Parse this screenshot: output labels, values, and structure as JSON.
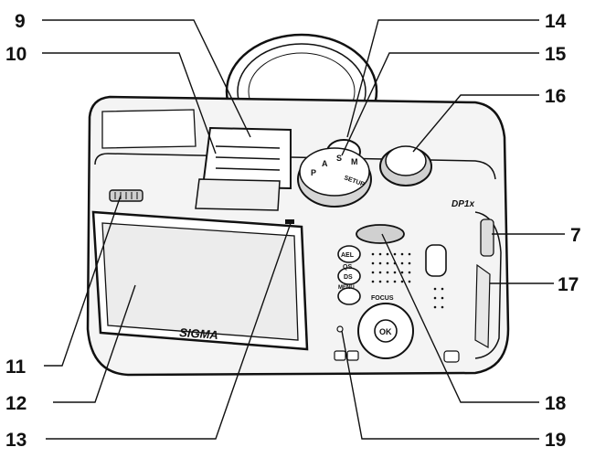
{
  "figure": {
    "body_labels": {
      "brand": "SIGMA",
      "model": "DP1x",
      "ael": "AEL",
      "qs": "QS",
      "ds": "DS",
      "menu": "MENU",
      "focus": "FOCUS",
      "ok": "OK",
      "setup": "SETUP",
      "dial_s": "S",
      "dial_m": "M",
      "dial_p": "P",
      "dial_a": "A"
    }
  },
  "callouts": [
    {
      "id": "9",
      "label": "9"
    },
    {
      "id": "10",
      "label": "10"
    },
    {
      "id": "11",
      "label": "11"
    },
    {
      "id": "12",
      "label": "12"
    },
    {
      "id": "13",
      "label": "13"
    },
    {
      "id": "14",
      "label": "14"
    },
    {
      "id": "15",
      "label": "15"
    },
    {
      "id": "16",
      "label": "16"
    },
    {
      "id": "7",
      "label": "7"
    },
    {
      "id": "17",
      "label": "17"
    },
    {
      "id": "18",
      "label": "18"
    },
    {
      "id": "19",
      "label": "19"
    }
  ]
}
